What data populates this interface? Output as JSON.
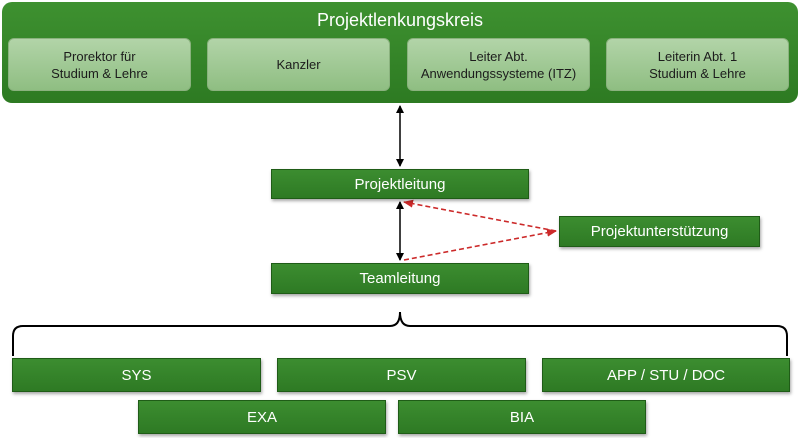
{
  "steering": {
    "title": "Projektlenkungskreis",
    "members": [
      "Prorektor für\nStudium & Lehre",
      "Kanzler",
      "Leiter Abt.\nAnwendungssysteme (ITZ)",
      "Leiterin Abt. 1\nStudium & Lehre"
    ]
  },
  "project_lead": "Projektleitung",
  "project_support": "Projektunterstützung",
  "team_lead": "Teamleitung",
  "teams": [
    "SYS",
    "PSV",
    "APP / STU / DOC",
    "EXA",
    "BIA"
  ],
  "colors": {
    "box_green": "#2e7a24",
    "member_light_green": "#a5cb99",
    "support_arrow": "#cc2a2a",
    "connector": "#000000"
  }
}
